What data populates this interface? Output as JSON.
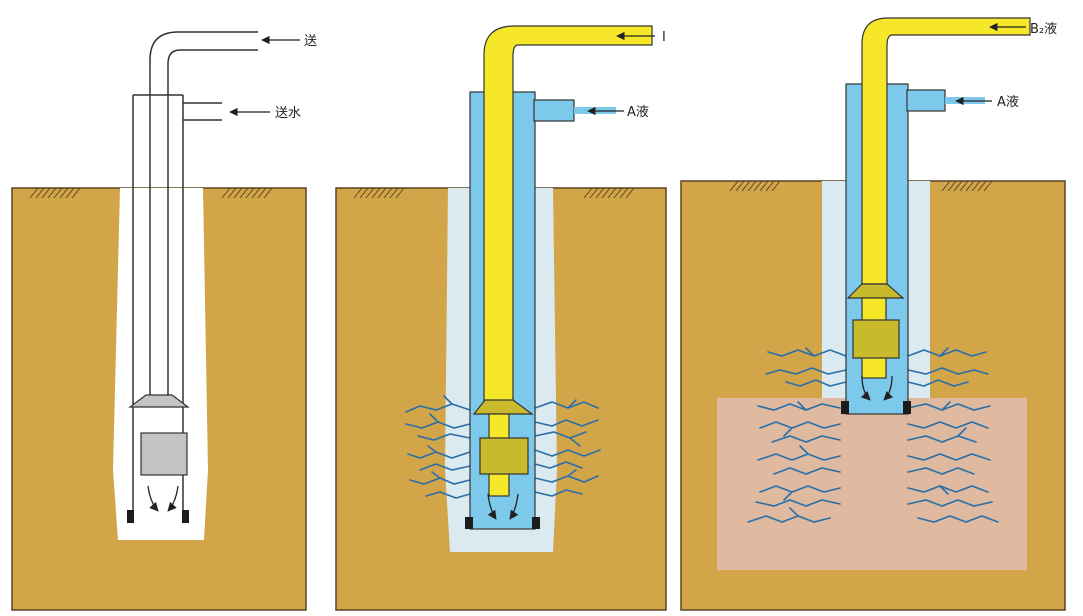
{
  "colors": {
    "soil": "#d2a548",
    "soil_edge": "#5a4424",
    "water_hole": "#ffffff",
    "grout_zone": "#dbeaf0",
    "liquid_a": "#7cc9ec",
    "liquid_b": "#f6e828",
    "packer": "#c8ba2c",
    "packer_grey": "#c4c4c4",
    "crack": "#2a6fa8",
    "solidified": "#dfb9a0",
    "outline": "#333333"
  },
  "panels": [
    {
      "id": "water",
      "labels": [
        {
          "text": "送",
          "role": "top-inlet"
        },
        {
          "text": "送水",
          "role": "side-inlet"
        }
      ]
    },
    {
      "id": "grout-a",
      "labels": [
        {
          "text": "I",
          "role": "top-inlet"
        },
        {
          "text": "A液",
          "role": "side-inlet"
        }
      ]
    },
    {
      "id": "grout-b2",
      "labels": [
        {
          "text": "B₂液",
          "role": "top-inlet"
        },
        {
          "text": "A液",
          "role": "side-inlet"
        }
      ]
    }
  ]
}
